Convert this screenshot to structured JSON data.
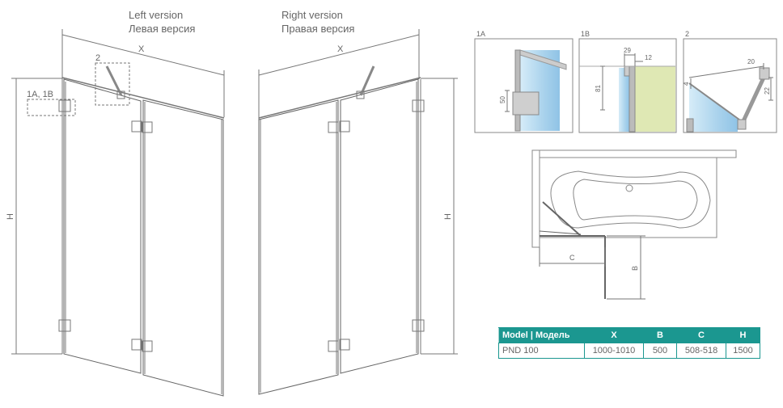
{
  "left_version": {
    "en": "Left version",
    "ru": "Левая версия"
  },
  "right_version": {
    "en": "Right version",
    "ru": "Правая версия"
  },
  "dim_labels": {
    "x": "X",
    "h": "H",
    "c": "C",
    "b": "B"
  },
  "callouts": {
    "detail_1a_1b": "1A, 1B",
    "detail_2": "2"
  },
  "details": {
    "d1a": {
      "title": "1A",
      "dim": "50"
    },
    "d1b": {
      "title": "1B",
      "dim_top": "29",
      "dim_right": "12",
      "dim_side": "81"
    },
    "d2": {
      "title": "2",
      "dim_top": "20",
      "dim_left": "4",
      "dim_right": "22"
    }
  },
  "table": {
    "headers": [
      "Model | Модель",
      "X",
      "B",
      "C",
      "H"
    ],
    "rows": [
      [
        "PND 100",
        "1000-1010",
        "500",
        "508-518",
        "1500"
      ]
    ]
  },
  "colors": {
    "table_header": "#1b9790",
    "glass": "#a9d2ec",
    "wall": "#dfe8b4",
    "line": "#777777"
  }
}
